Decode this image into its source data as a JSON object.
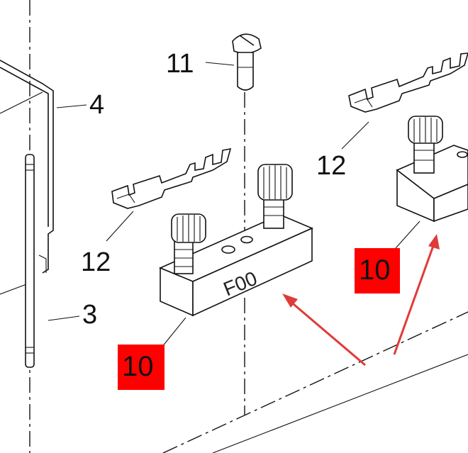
{
  "callouts": {
    "c11": "11",
    "c4": "4",
    "c3": "3",
    "c12_left": "12",
    "c12_right": "12"
  },
  "highlighted_callouts": {
    "left": "10",
    "right": "10"
  },
  "block_marking": "F00",
  "colors": {
    "highlight_box": "#ff0000",
    "arrow": "#e03a3a",
    "line": "#111111"
  }
}
